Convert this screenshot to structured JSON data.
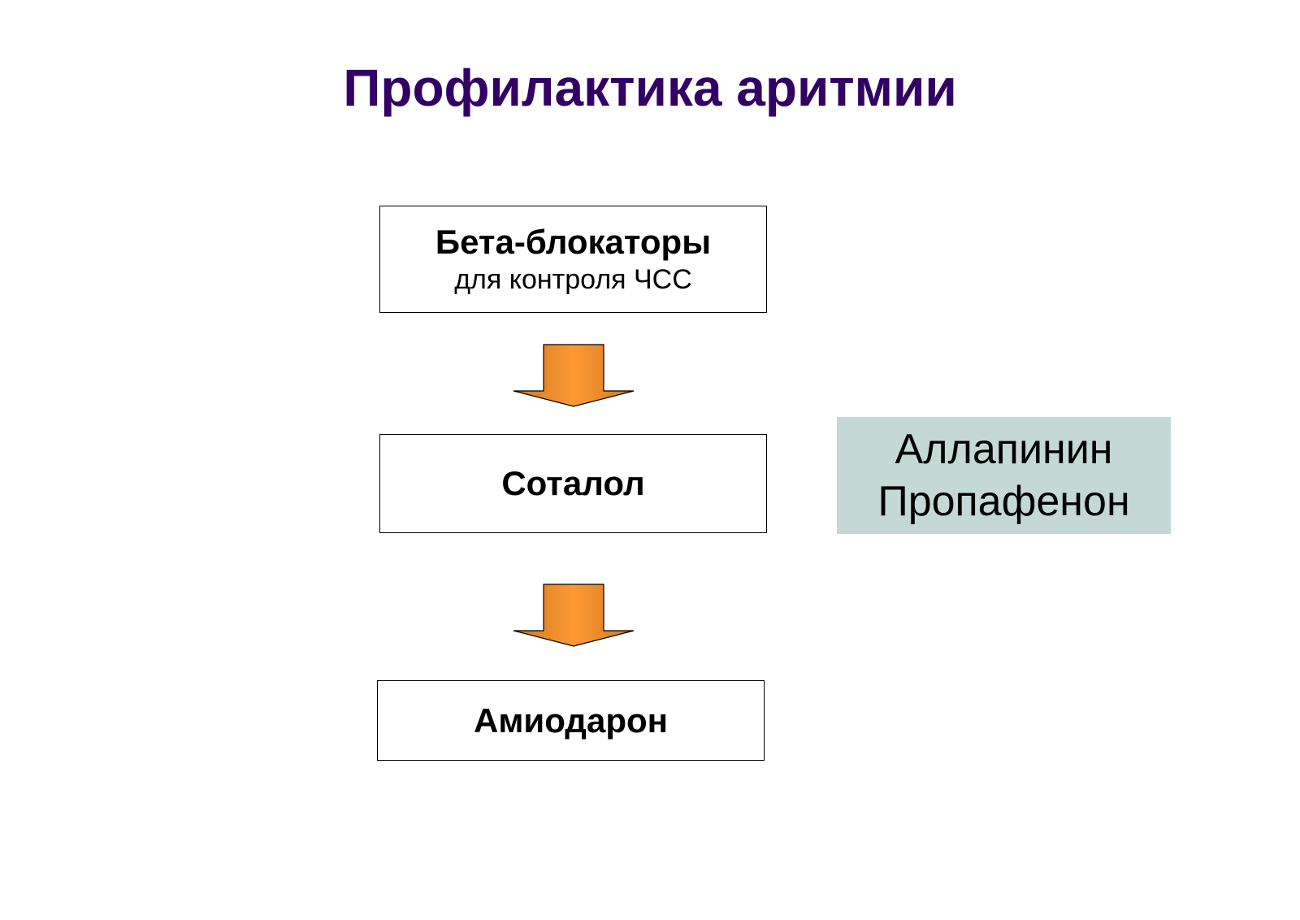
{
  "title": "Профилактика аритмии",
  "colors": {
    "title": "#330066",
    "arrow_fill_light": "#ff9933",
    "arrow_fill_dark": "#cc7722",
    "alt_box_bg": "#c4d9d6"
  },
  "steps": [
    {
      "label": "Бета-блокаторы",
      "sublabel": "для контроля ЧСС"
    },
    {
      "label": "Соталол"
    },
    {
      "label": "Амиодарон"
    }
  ],
  "alternatives": [
    "Аллапинин",
    "Пропафенон"
  ],
  "arrows": [
    {
      "from": "Бета-блокаторы",
      "to": "Соталол",
      "direction": "down",
      "icon": "down-arrow-icon"
    },
    {
      "from": "Соталол",
      "to": "Амиодарон",
      "direction": "down",
      "icon": "down-arrow-icon"
    }
  ]
}
